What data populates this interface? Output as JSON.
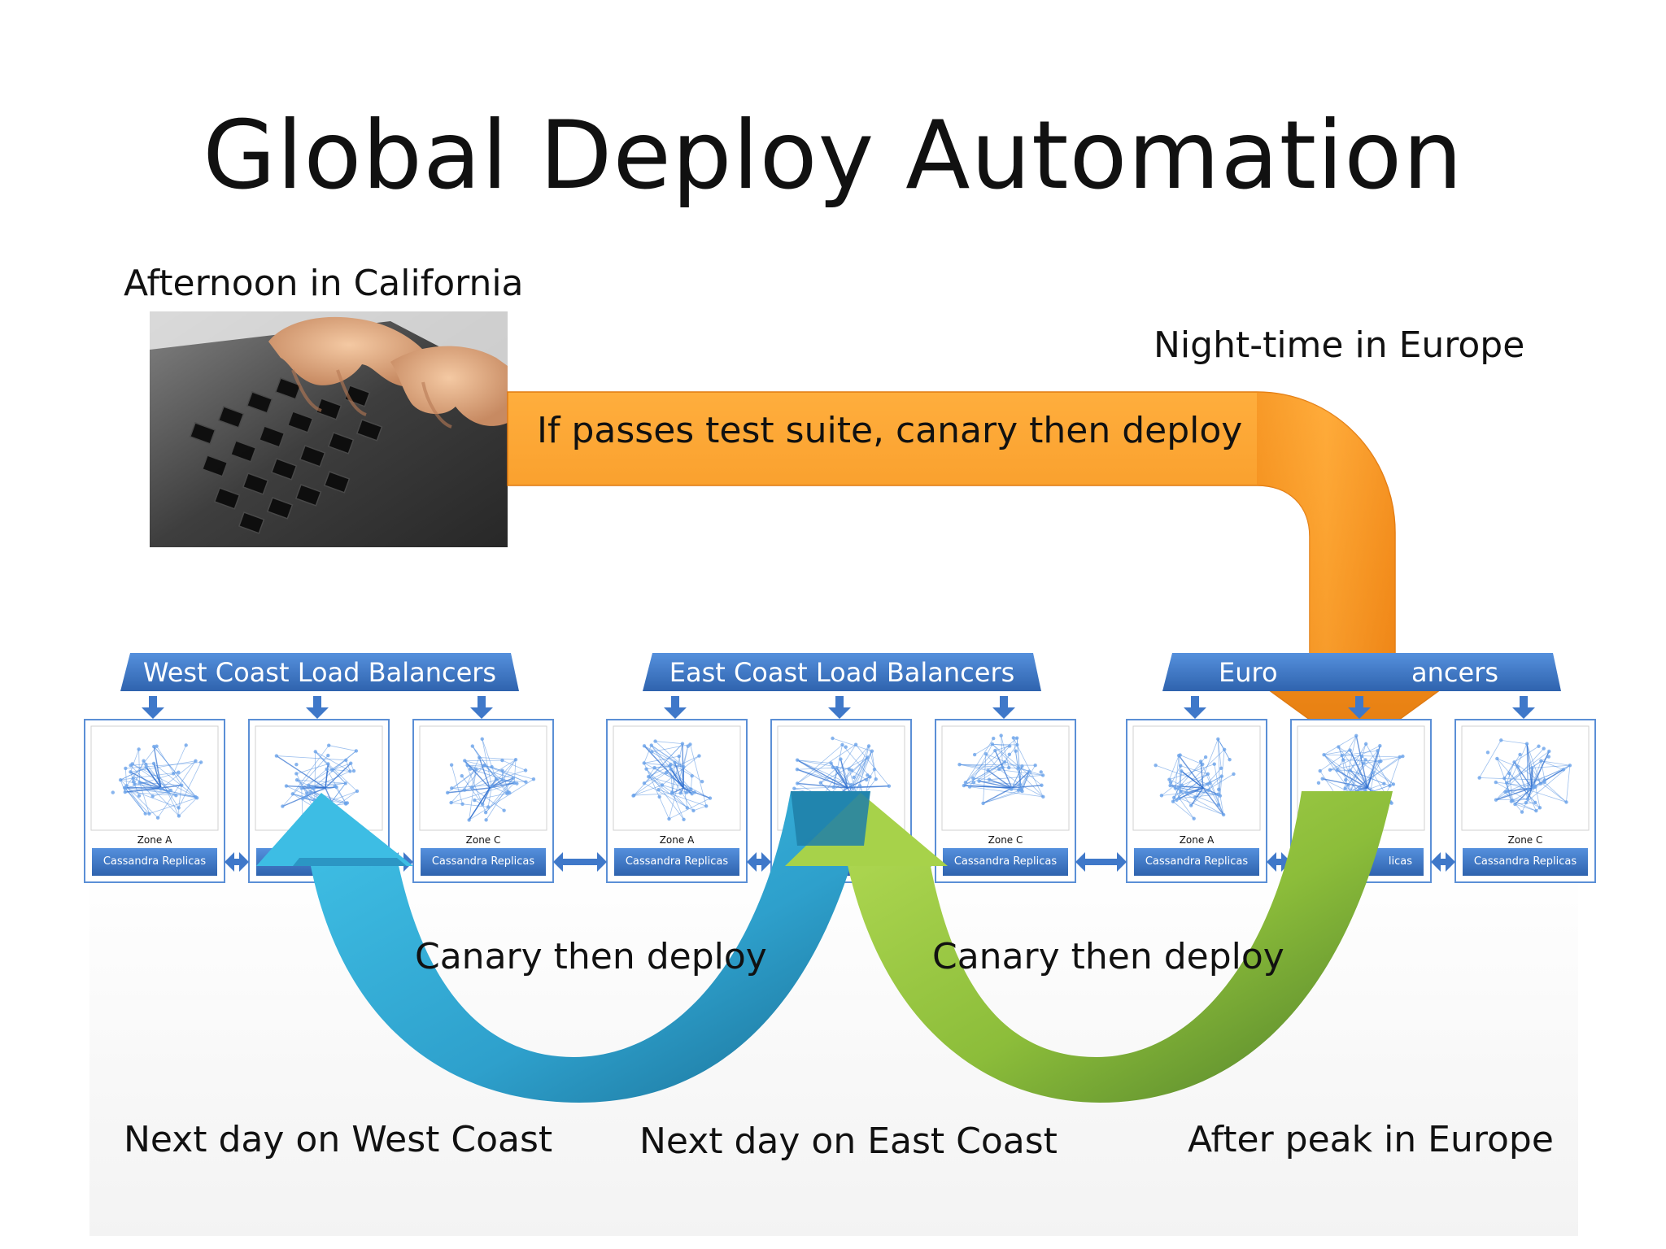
{
  "title": "Global Deploy Automation",
  "labels": {
    "afternoon": "Afternoon in California",
    "night_europe": "Night-time in Europe",
    "main_flow": "If passes test suite, canary then deploy",
    "canary_1": "Canary then deploy",
    "canary_2": "Canary then deploy",
    "next_west": "Next day on West Coast",
    "next_east": "Next day on East Coast",
    "after_peak": "After peak in Europe"
  },
  "regions": [
    {
      "lb_label": "West Coast Load Balancers",
      "zones": [
        {
          "zone": "Zone A",
          "replicas": "Cassandra Replicas"
        },
        {
          "zone": "",
          "replicas": ""
        },
        {
          "zone": "Zone C",
          "replicas": "Cassandra Replicas"
        }
      ]
    },
    {
      "lb_label": "East Coast Load Balancers",
      "zones": [
        {
          "zone": "Zone A",
          "replicas": "Cassandra Replicas"
        },
        {
          "zone": "",
          "replicas": ""
        },
        {
          "zone": "Zone C",
          "replicas": "Cassandra Replicas"
        }
      ]
    },
    {
      "lb_label": "Euro",
      "lb_label_tail": "ancers",
      "zones": [
        {
          "zone": "Zone A",
          "replicas": "Cassandra Replicas"
        },
        {
          "zone": "",
          "replicas": "licas"
        },
        {
          "zone": "Zone C",
          "replicas": "Cassandra Replicas"
        }
      ]
    }
  ],
  "colors": {
    "lb_blue": "#3a74c6",
    "zone_border": "#5b8fd6",
    "orange_arrow": "#f5951f",
    "cyan_arrow": "#2e9bc9",
    "green_arrow": "#8bbd3a",
    "network": "#4f8ee0"
  },
  "icons": [
    "laptop-typing-image",
    "network-graph-icon"
  ]
}
